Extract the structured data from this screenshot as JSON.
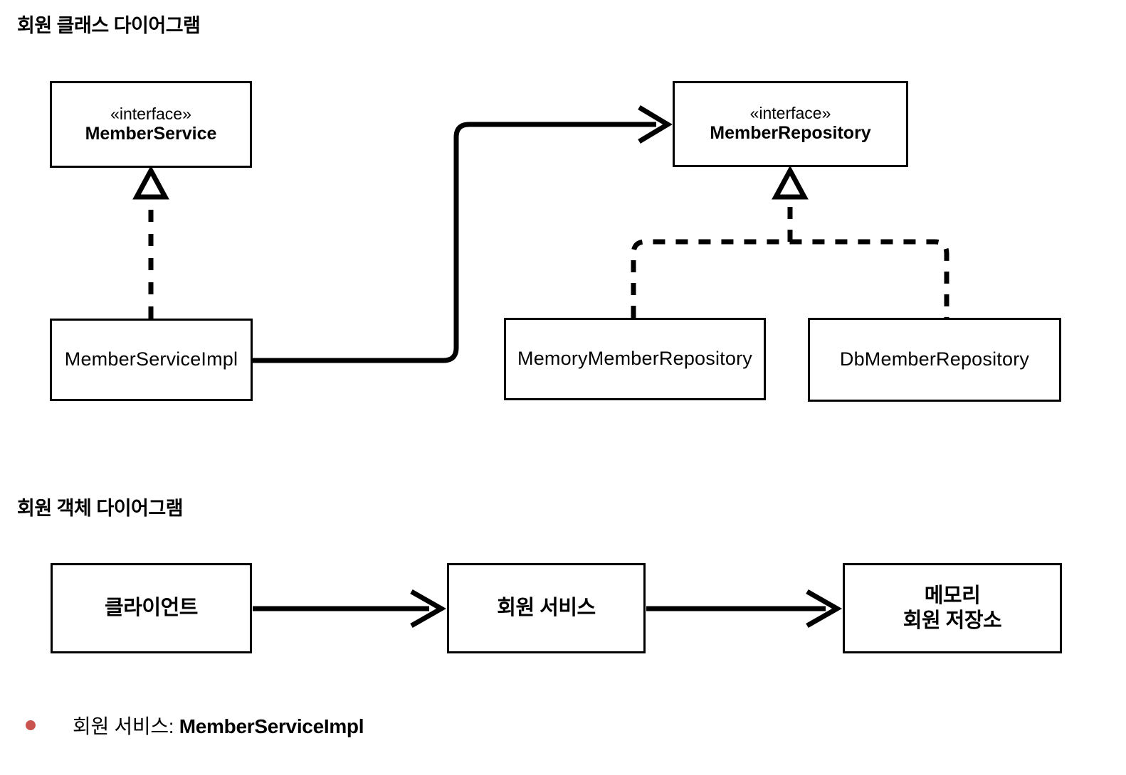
{
  "page": {
    "background": "#ffffff",
    "line_color": "#000000",
    "bullet_color": "#c9544f"
  },
  "class_diagram": {
    "title": "회원 클래스 다이어그램",
    "nodes": [
      {
        "id": "member-service",
        "stereotype": "«interface»",
        "name": "MemberService",
        "kind": "interface"
      },
      {
        "id": "member-repository",
        "stereotype": "«interface»",
        "name": "MemberRepository",
        "kind": "interface"
      },
      {
        "id": "member-service-impl",
        "name": "MemberServiceImpl",
        "kind": "class"
      },
      {
        "id": "memory-member-repository",
        "name": "MemoryMemberRepository",
        "kind": "class"
      },
      {
        "id": "db-member-repository",
        "name": "DbMemberRepository",
        "kind": "class"
      }
    ],
    "edges": [
      {
        "from": "member-service-impl",
        "to": "member-service",
        "type": "realization",
        "style": "dashed",
        "arrowhead": "hollow-triangle"
      },
      {
        "from": "memory-member-repository",
        "to": "member-repository",
        "type": "realization",
        "style": "dashed",
        "arrowhead": "hollow-triangle"
      },
      {
        "from": "db-member-repository",
        "to": "member-repository",
        "type": "realization",
        "style": "dashed",
        "arrowhead": "hollow-triangle"
      },
      {
        "from": "member-service-impl",
        "to": "member-repository",
        "type": "dependency",
        "style": "solid",
        "arrowhead": "open-arrow"
      }
    ]
  },
  "object_diagram": {
    "title": "회원 객체 다이어그램",
    "nodes": [
      {
        "id": "client",
        "name": "클라이언트"
      },
      {
        "id": "member-service-ko",
        "name": "회원 서비스"
      },
      {
        "id": "memory-store-ko",
        "name_line1": "메모리",
        "name_line2": "회원 저장소"
      }
    ],
    "edges": [
      {
        "from": "client",
        "to": "member-service-ko",
        "style": "solid",
        "arrowhead": "open-arrow"
      },
      {
        "from": "member-service-ko",
        "to": "memory-store-ko",
        "style": "solid",
        "arrowhead": "open-arrow"
      }
    ]
  },
  "notes": {
    "bullet_label": "회원 서비스: ",
    "bullet_value": "MemberServiceImpl"
  }
}
